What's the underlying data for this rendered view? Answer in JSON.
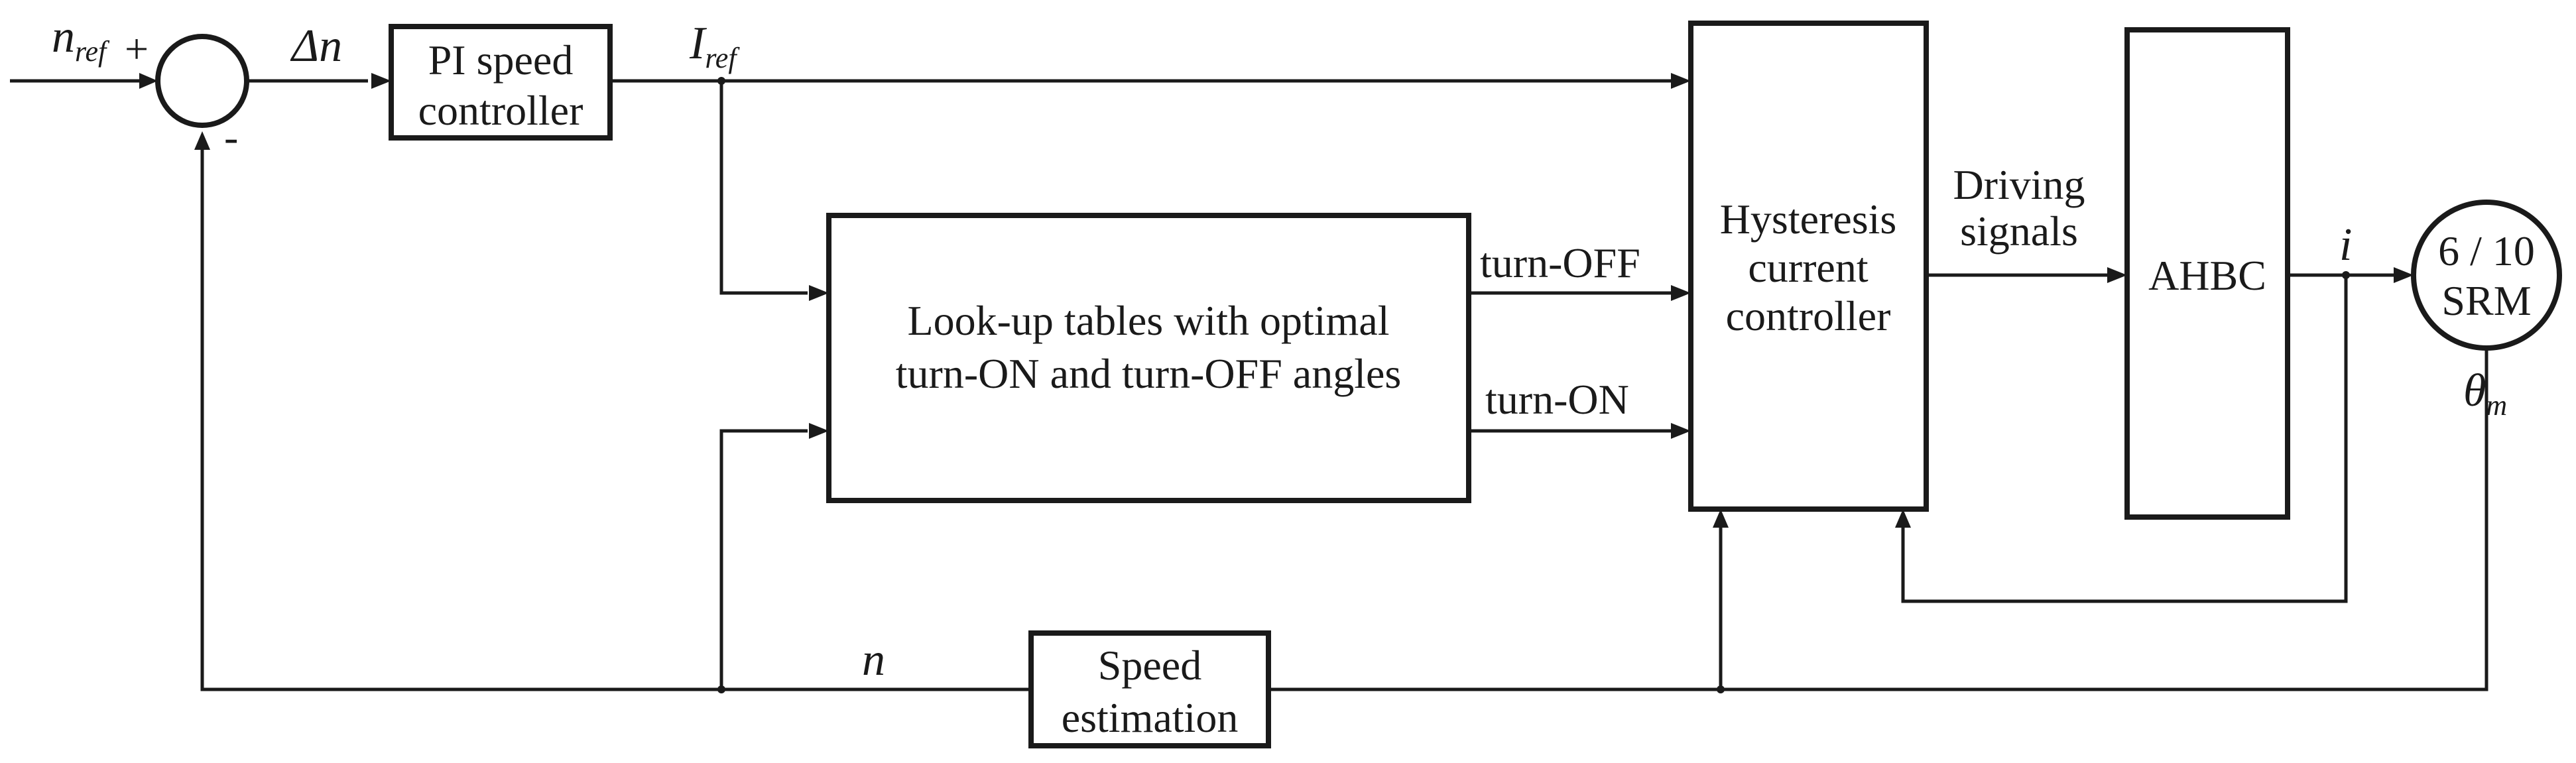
{
  "blocks": {
    "pi": {
      "line1": "PI speed",
      "line2": "controller"
    },
    "lut": {
      "line1": "Look-up tables with optimal",
      "line2": "turn-ON and turn-OFF angles"
    },
    "hyst": {
      "line1": "Hysteresis",
      "line2": "current",
      "line3": "controller"
    },
    "ahbc": {
      "label": "AHBC"
    },
    "srm": {
      "line1": "6 / 10",
      "line2": "SRM"
    },
    "speed_est": {
      "line1": "Speed",
      "line2": "estimation"
    }
  },
  "signals": {
    "nref_main": "n",
    "nref_sub": "ref",
    "plus": "+",
    "minus": "-",
    "delta_n": "Δn",
    "iref_main": "I",
    "iref_sub": "ref",
    "turn_off": "turn-OFF",
    "turn_on": "turn-ON",
    "driving1": "Driving",
    "driving2": "signals",
    "current": "i",
    "theta_main": "θ",
    "theta_sub": "m",
    "speed": "n"
  }
}
